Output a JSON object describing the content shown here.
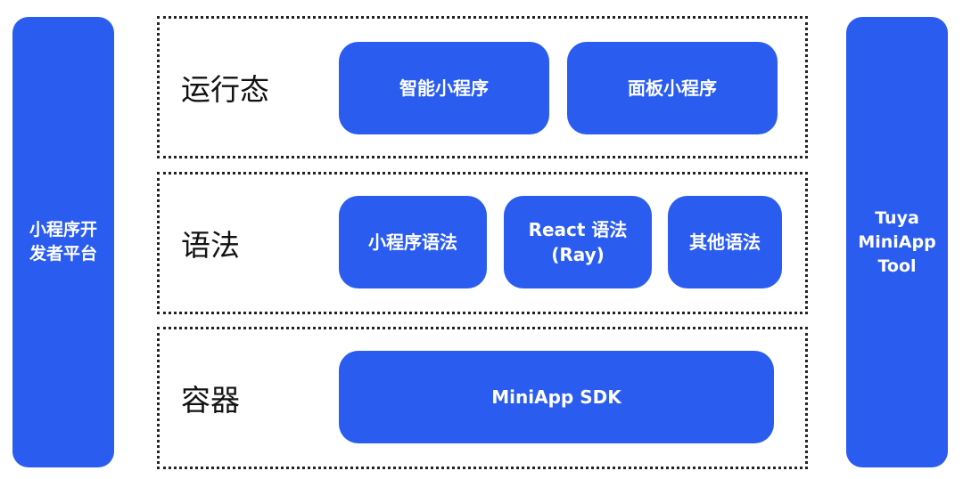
{
  "left_bar": {
    "label": "小程序开\n发者平台"
  },
  "right_bar": {
    "label": "Tuya\nMiniApp\nTool"
  },
  "layers": [
    {
      "label": "运行态",
      "boxes": [
        {
          "label": "智能小程序"
        },
        {
          "label": "面板小程序"
        }
      ]
    },
    {
      "label": "语法",
      "boxes": [
        {
          "label": "小程序语法"
        },
        {
          "label": "React 语法\n(Ray)"
        },
        {
          "label": "其他语法"
        }
      ]
    },
    {
      "label": "容器",
      "boxes": [
        {
          "label": "MiniApp SDK"
        }
      ]
    }
  ],
  "colors": {
    "box_fill": "#2a5cf0",
    "box_text": "#ffffff",
    "border": "#222222",
    "label_text": "#111111"
  }
}
